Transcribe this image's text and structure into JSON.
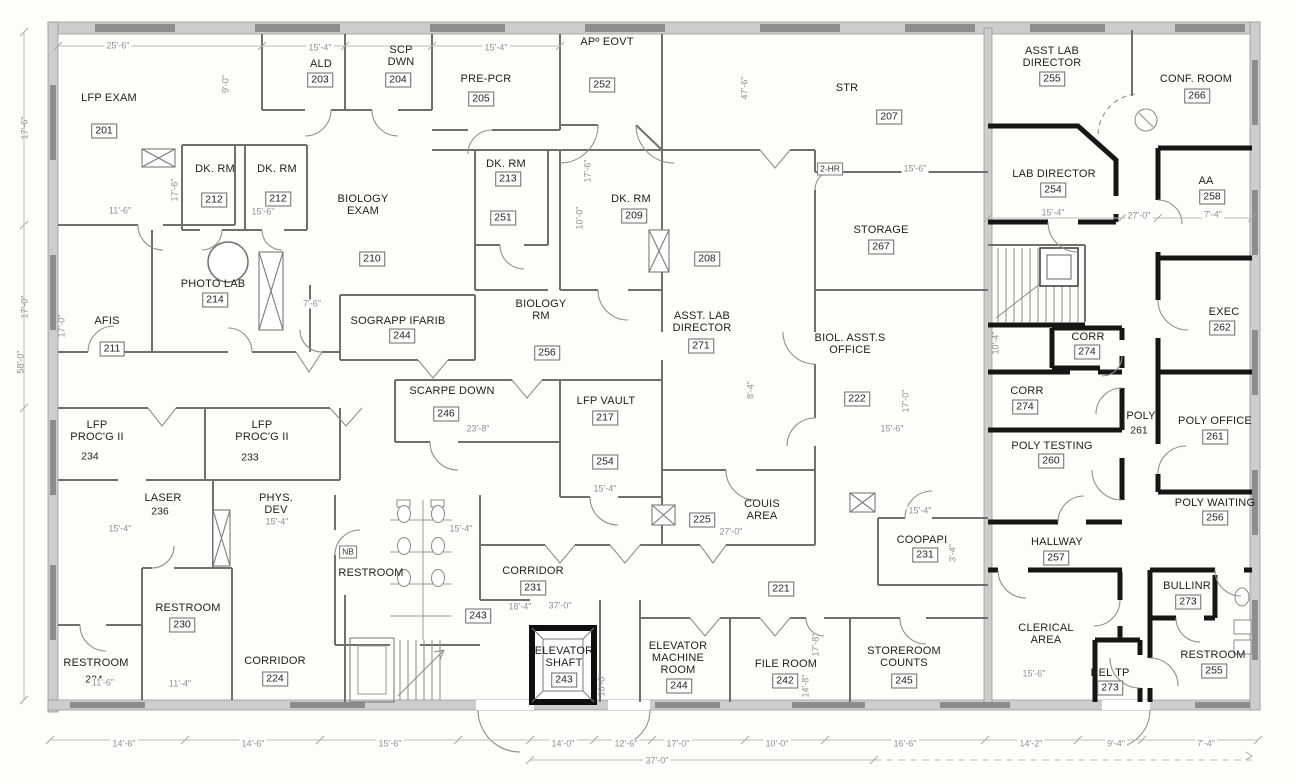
{
  "colors": {
    "wall_heavy": "#161616",
    "wall_light": "#6f6f6f",
    "exterior_band": "#cdcdcd",
    "window": "#8d8d8d",
    "dim_text": "#8f8f8f",
    "label_text": "#1e1e1e"
  },
  "rooms": [
    {
      "name": "LFP EXAM",
      "number": "201"
    },
    {
      "name": "ALD",
      "number": "203"
    },
    {
      "name": "SCP\nDWN",
      "number": "204"
    },
    {
      "name": "PRE-PCR",
      "number": "205"
    },
    {
      "name": "APº EOVT",
      "number": "252"
    },
    {
      "name": "STR",
      "number": "207"
    },
    {
      "name": "DK. RM",
      "number": "212"
    },
    {
      "name": "DK. RM",
      "number": "212"
    },
    {
      "name": "BIOLOGY\nEXAM",
      "number": "210"
    },
    {
      "name": "DK. RM",
      "number": "213"
    },
    {
      "name": "",
      "number": "251"
    },
    {
      "name": "DK. RM",
      "number": "209"
    },
    {
      "name": "",
      "number": "208"
    },
    {
      "name": "STORAGE",
      "number": "267"
    },
    {
      "name": "ASST LAB\nDIRECTOR",
      "number": "255"
    },
    {
      "name": "CONF. ROOM",
      "number": "266"
    },
    {
      "name": "LAB DIRECTOR",
      "number": "254"
    },
    {
      "name": "AA",
      "number": "258"
    },
    {
      "name": "PHOTO LAB",
      "number": "214"
    },
    {
      "name": "AFIS",
      "number": "211"
    },
    {
      "name": "SOGRAPP IFARIB",
      "number": "244"
    },
    {
      "name": "BIOLOGY\nRM",
      "number": "256"
    },
    {
      "name": "ASST. LAB\nDIRECTOR",
      "number": "271"
    },
    {
      "name": "BIOL. ASST.S\nOFFICE",
      "number": "222"
    },
    {
      "name": "CORR",
      "number": "274"
    },
    {
      "name": "CORR",
      "number": "274"
    },
    {
      "name": "EXEC",
      "number": "262"
    },
    {
      "name": "POLY",
      "number": "261"
    },
    {
      "name": "POLY OFFICE",
      "number": "261"
    },
    {
      "name": "POLY TESTING",
      "number": "260"
    },
    {
      "name": "POLY WAITING",
      "number": "256"
    },
    {
      "name": "LFP\nPROC'G II",
      "number": "234"
    },
    {
      "name": "LFP\nPROC'G II",
      "number": "233"
    },
    {
      "name": "SCARPE DOWN",
      "number": "246"
    },
    {
      "name": "LFP VAULT",
      "number": "217"
    },
    {
      "name": "",
      "number": "254"
    },
    {
      "name": "LASER",
      "number": "236"
    },
    {
      "name": "PHYS.\nDEV",
      "number": ""
    },
    {
      "name": "COUIS\nAREA",
      "number": "225"
    },
    {
      "name": "COOPAPI",
      "number": "231"
    },
    {
      "name": "HALLWAY",
      "number": "257"
    },
    {
      "name": "RESTROOM",
      "number": ""
    },
    {
      "name": "",
      "number": "243"
    },
    {
      "name": "RESTROOM",
      "number": "230"
    },
    {
      "name": "RESTROOM",
      "number": "224"
    },
    {
      "name": "CORRIDOR",
      "number": "224"
    },
    {
      "name": "CORRIDOR",
      "number": "231"
    },
    {
      "name": "",
      "number": "221"
    },
    {
      "name": "ELEVATOR\nSHAFT",
      "number": "243"
    },
    {
      "name": "ELEVATOR\nMACHINE\nROOM",
      "number": "244"
    },
    {
      "name": "FILE ROOM",
      "number": "242"
    },
    {
      "name": "STOREROOM\nCOUNTS",
      "number": "245"
    },
    {
      "name": "CLERICAL\nAREA",
      "number": ""
    },
    {
      "name": "REL TP",
      "number": "273"
    },
    {
      "name": "RESTROOM",
      "number": "255"
    },
    {
      "name": "BULLINR",
      "number": "273"
    }
  ],
  "dims": [
    "25'-6\"",
    "15'-4\"",
    "15'-4\"",
    "9'-0\"",
    "17'-6\"",
    "17'-6\"",
    "11'-6\"",
    "15'-6\"",
    "17'-6\"",
    "10'-0\"",
    "47'-6\"",
    "15'-6\"",
    "15'-4\"",
    "27'-0\"",
    "7'-4\"",
    "17'-0\"",
    "58'-0\"",
    "17'-0\"",
    "7'-6\"",
    "10'-4\"",
    "23'-8\"",
    "15'-4\"",
    "8'-4\"",
    "15'-6\"",
    "17'-0\"",
    "15'-4\"",
    "15'-4\"",
    "15'-4\"",
    "3'-4\"",
    "15'-4\"",
    "18'-4\"",
    "37'-0\"",
    "11'-4\"",
    "11'-6\"",
    "10'-0\"",
    "17'-8\"",
    "14'-8\"",
    "15'-6\"",
    "27'-0\"",
    "14'-6\"",
    "14'-6\"",
    "15'-6\"",
    "14'-0\"",
    "12'-6\"",
    "17'-0\"",
    "10'-0\"",
    "16'-6\"",
    "14'-2\"",
    "9'-4\"",
    "7'-4\"",
    "37'-0\""
  ],
  "door_tags": [
    "2-HR",
    "NB"
  ]
}
